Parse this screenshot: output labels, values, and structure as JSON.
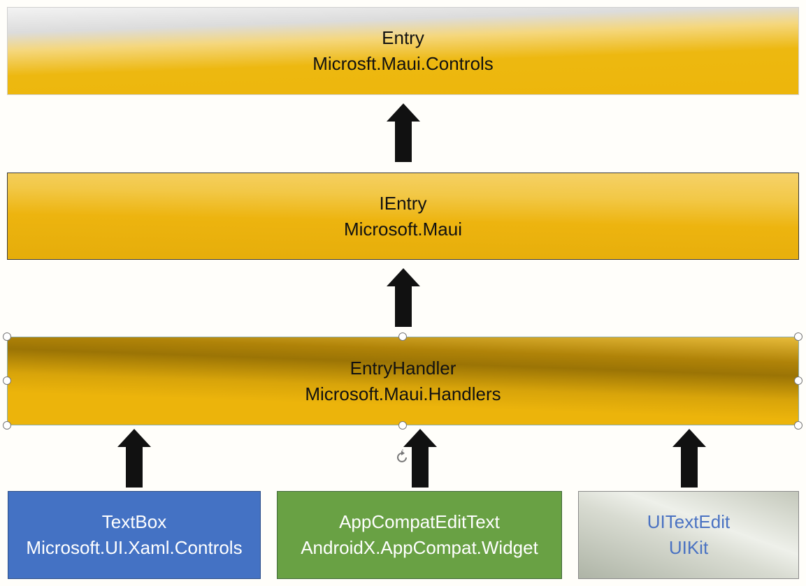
{
  "boxes": {
    "entry": {
      "line1": "Entry",
      "line2": "Microsft.Maui.Controls"
    },
    "ientry": {
      "line1": "IEntry",
      "line2": "Microsoft.Maui"
    },
    "handler": {
      "line1": "EntryHandler",
      "line2": "Microsoft.Maui.Handlers"
    },
    "windows": {
      "line1": "TextBox",
      "line2": "Microsoft.UI.Xaml.Controls"
    },
    "android": {
      "line1": "AppCompatEditText",
      "line2": "AndroidX.AppCompat.Widget"
    },
    "ios": {
      "line1": "UITextEdit",
      "line2": "UIKit"
    }
  },
  "icons": {
    "arrow": "arrow-up-icon",
    "rotate": "rotate-handle-icon"
  },
  "colors": {
    "gold": "#edb40f",
    "blue": "#4472c4",
    "green": "#69a144",
    "silver_text": "#4a72c2",
    "arrow": "#111111"
  }
}
